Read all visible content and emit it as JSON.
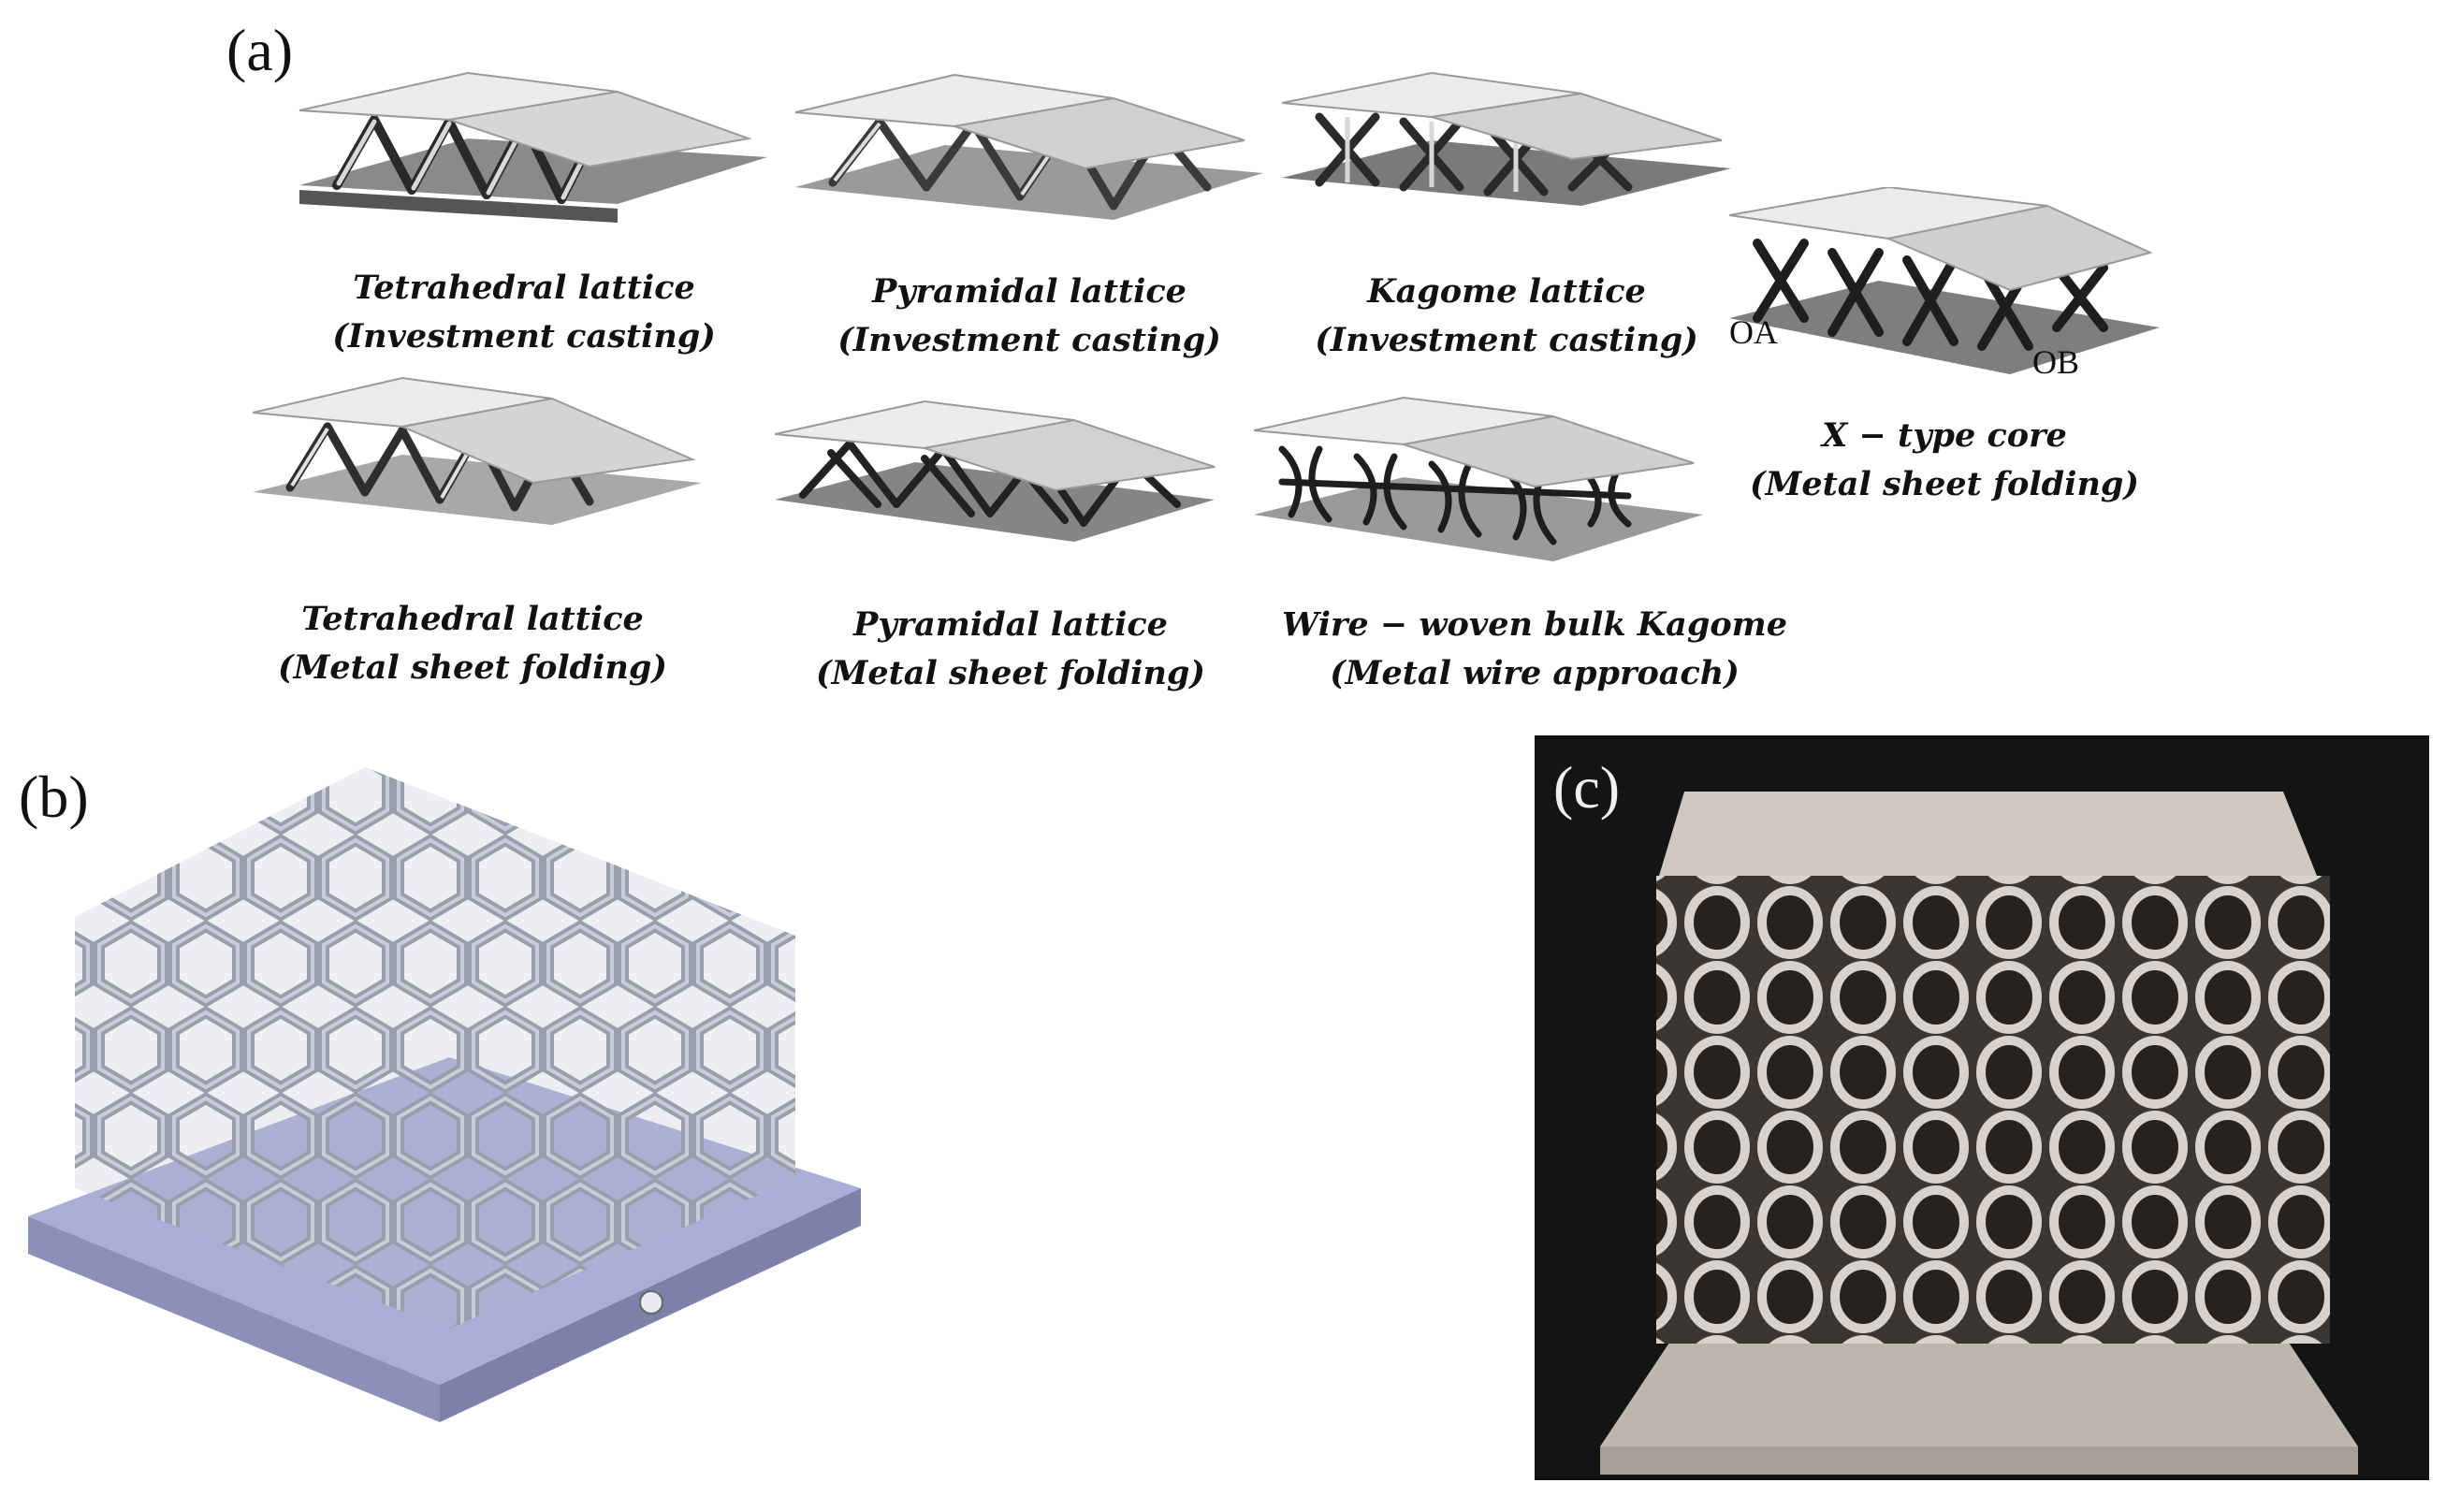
{
  "panels": {
    "a": {
      "label": "(a)"
    },
    "b": {
      "label": "(b)"
    },
    "c": {
      "label": "(c)"
    }
  },
  "lattices": [
    {
      "id": "tetra-cast",
      "line1": "Tetrahedral lattice",
      "line2": "(Investment casting)"
    },
    {
      "id": "pyra-cast",
      "line1": "Pyramidal lattice",
      "line2": "(Investment casting)"
    },
    {
      "id": "kagome-cast",
      "line1": "Kagome lattice",
      "line2": "(Investment casting)"
    },
    {
      "id": "x-type",
      "line1": "X − type core",
      "line2": "(Metal sheet folding)"
    },
    {
      "id": "tetra-fold",
      "line1": "Tetrahedral lattice",
      "line2": "(Metal sheet folding)"
    },
    {
      "id": "pyra-fold",
      "line1": "Pyramidal lattice",
      "line2": "(Metal sheet folding)"
    },
    {
      "id": "wire-kagome",
      "line1": "Wire − woven bulk Kagome",
      "line2": "(Metal wire approach)"
    }
  ],
  "annotations": {
    "oa": "OA",
    "ob": "OB"
  }
}
